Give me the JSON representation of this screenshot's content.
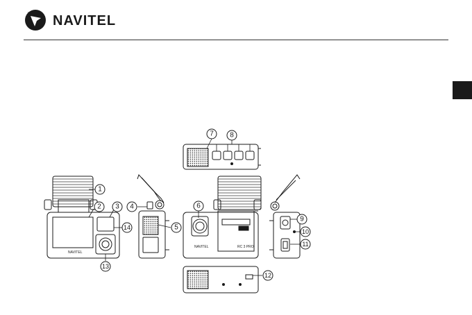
{
  "header": {
    "brand": "NAVITEL"
  },
  "device": {
    "front_brand": "NAVITEL",
    "rear_brand": "NAVITEL",
    "rear_model": "RC 3 PRO"
  },
  "callouts": [
    "1",
    "2",
    "3",
    "4",
    "5",
    "6",
    "7",
    "8",
    "9",
    "10",
    "11",
    "12",
    "13",
    "14"
  ]
}
